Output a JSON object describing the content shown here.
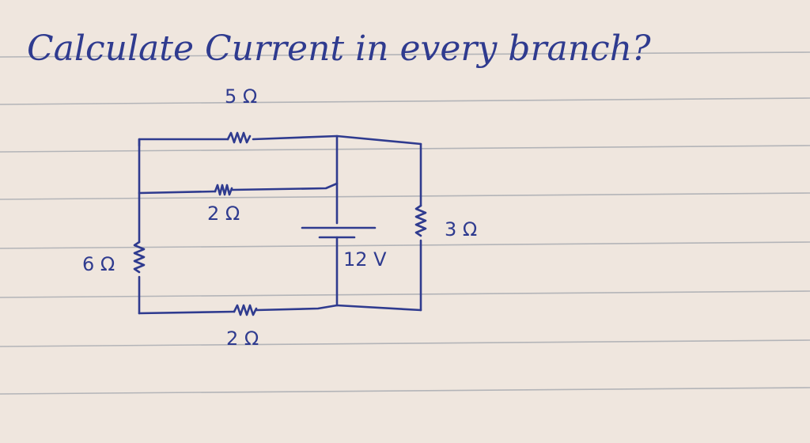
{
  "title": "Calculate Current in every branch?",
  "circuit": {
    "r_top": "5 Ω",
    "r_middle": "2 Ω",
    "r_bottom": "2 Ω",
    "r_left": "6 Ω",
    "r_right": "3 Ω",
    "battery": "12 V"
  },
  "colors": {
    "paper": "#efe6de",
    "ink": "#2f3b8f",
    "rule": "#9aa0a8"
  }
}
